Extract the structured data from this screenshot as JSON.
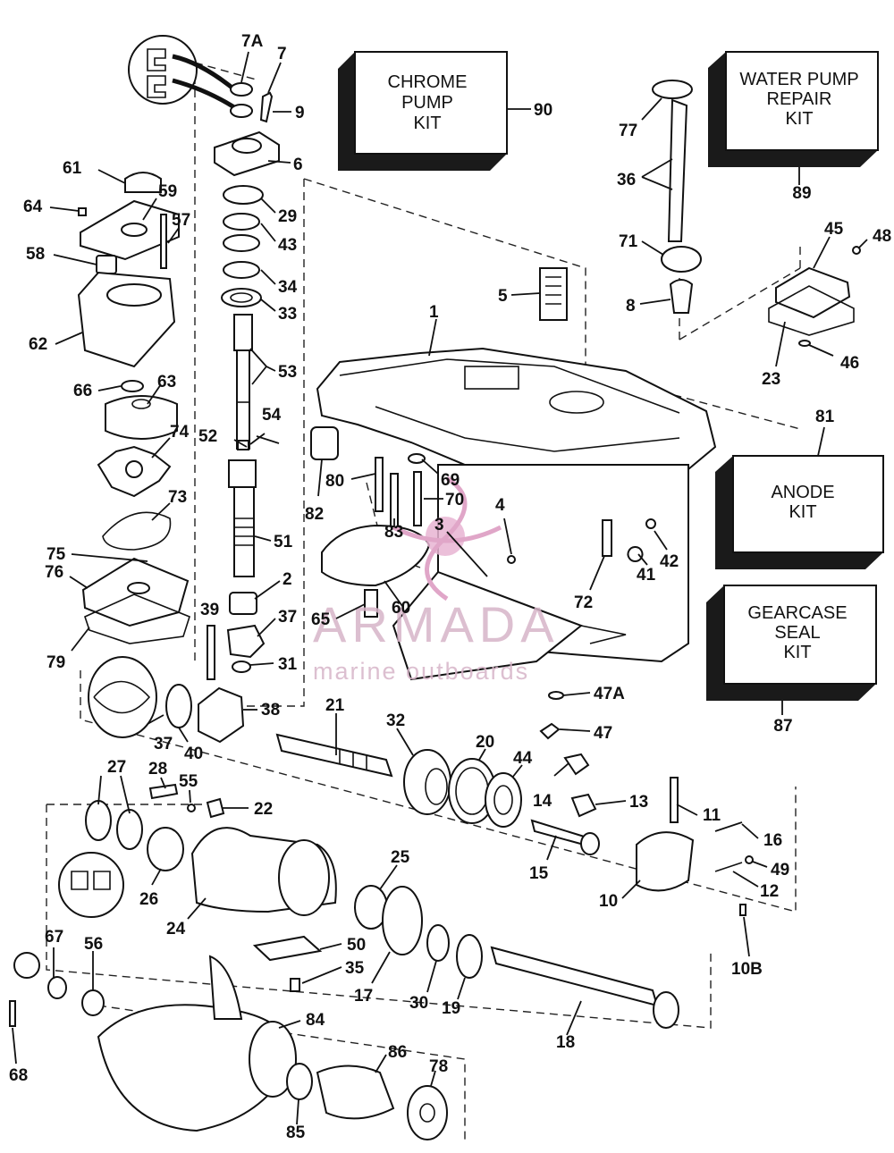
{
  "kits": [
    {
      "id": "kit-chrome-pump",
      "lines": [
        "CHROME",
        "PUMP",
        "KIT"
      ],
      "ref": "90"
    },
    {
      "id": "kit-water-pump-repair",
      "lines": [
        "WATER PUMP",
        "REPAIR",
        "KIT"
      ],
      "ref": "89"
    },
    {
      "id": "kit-anode",
      "lines": [
        "ANODE",
        "KIT"
      ],
      "ref": "81"
    },
    {
      "id": "kit-gearcase-seal",
      "lines": [
        "GEARCASE",
        "SEAL",
        "KIT"
      ],
      "ref": "87"
    }
  ],
  "callouts": [
    "7A",
    "7",
    "9",
    "6",
    "29",
    "43",
    "34",
    "33",
    "53",
    "54",
    "52",
    "51",
    "2",
    "37",
    "31",
    "39",
    "61",
    "59",
    "64",
    "57",
    "58",
    "62",
    "66",
    "63",
    "74",
    "73",
    "75",
    "76",
    "79",
    "1",
    "5",
    "77",
    "36",
    "71",
    "8",
    "45",
    "48",
    "23",
    "46",
    "82",
    "80",
    "69",
    "70",
    "83",
    "3",
    "4",
    "60",
    "65",
    "72",
    "41",
    "42",
    "47A",
    "47",
    "37",
    "40",
    "38",
    "21",
    "32",
    "20",
    "44",
    "27",
    "28",
    "55",
    "22",
    "26",
    "24",
    "25",
    "14",
    "13",
    "11",
    "16",
    "15",
    "10",
    "49",
    "12",
    "50",
    "35",
    "17",
    "30",
    "19",
    "18",
    "10B",
    "67",
    "56",
    "68",
    "84",
    "86",
    "78",
    "85"
  ],
  "watermark": {
    "brand": "ARMADA",
    "tagline": "marine outboards",
    "color": "#e0a6c8"
  }
}
